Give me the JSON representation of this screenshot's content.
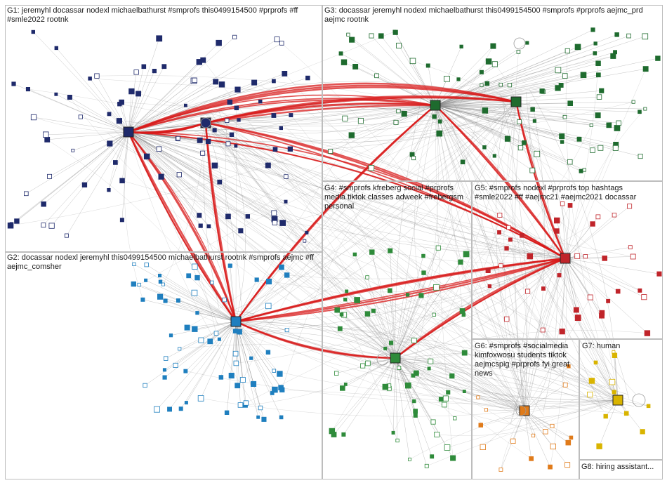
{
  "groups": [
    {
      "id": "G1",
      "label": "G1: jeremyhl docassar nodexl michaelbathurst #smprofs this0499154500 #prprofs #ff #smle2022 rootnk",
      "color": "#1f2a6b"
    },
    {
      "id": "G2",
      "label": "G2: docassar nodexl jeremyhl this0499154500 michaelbathurst rootnk #smprofs aejmc #ff aejmc_comsher",
      "color": "#1f7fbf"
    },
    {
      "id": "G3",
      "label": "G3: docassar jeremyhl nodexl michaelbathurst this0499154500 #smprofs #prprofs aejmc_prd aejmc rootnk",
      "color": "#1e6b2e"
    },
    {
      "id": "G4",
      "label": "G4: #smprofs kfreberg social #prprofs media tiktok classes adweek #frebergsm personal",
      "color": "#2e8b3a"
    },
    {
      "id": "G5",
      "label": "G5: #smprofs nodexl #prprofs top hashtags #smle2022 #ff #aejmc21 #aejmc2021 docassar",
      "color": "#c0242a"
    },
    {
      "id": "G6",
      "label": "G6: #smprofs #socialmedia kimfoxwosu students tiktok aejmcspig #prprofs fyi great news",
      "color": "#e07b1a"
    },
    {
      "id": "G7",
      "label": "G7: human",
      "color": "#d9b400"
    },
    {
      "id": "G8",
      "label": "G8: hiring assistant...",
      "color": "#888888"
    }
  ],
  "colors": {
    "edge": "#7a7a7a",
    "edge_strong": "#d81b1b",
    "panel_border": "#bdbdbd"
  }
}
